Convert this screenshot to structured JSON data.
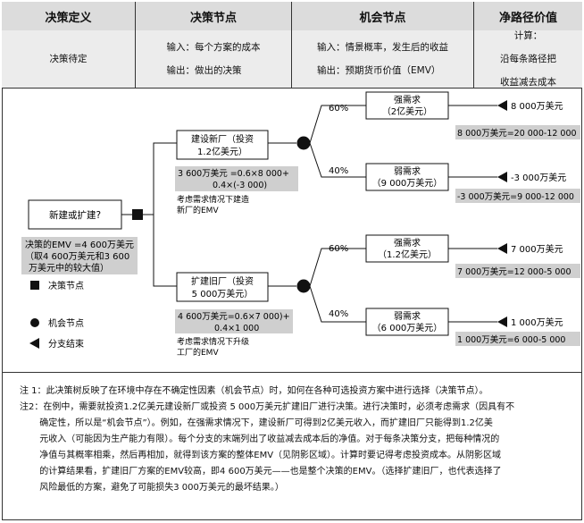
{
  "header": {
    "col1": "决策定义",
    "col2": "决策节点",
    "col3": "机会节点",
    "col4": "净路径价值"
  },
  "subheader": {
    "col1": "决策待定",
    "col2_line1": "输入：每个方案的成本",
    "col2_line2": "输出：做出的决策",
    "col3_line1": "输入：情景概率，发生后的收益",
    "col3_line2": "输出：预期货币价值（EMV）",
    "col4_line1": "计算：",
    "col4_line2": "沿每条路径把",
    "col4_line3": "收益减去成本"
  },
  "tree": {
    "root_label": "新建或扩建?",
    "root_emv_line1": "决策的EMV =4 600万美元",
    "root_emv_line2": "（取4 600万美元和3 600",
    "root_emv_line3": "万美元中的较大值）",
    "option1_line1": "建设新厂（投资",
    "option1_line2": "1.2亿美元）",
    "option1_calc_line1": "3 600万美元 =0.6×8 000+",
    "option1_calc_line2": "0.4×(-3 000)",
    "option1_note_line1": "考虑需求情况下建造",
    "option1_note_line2": "新厂的EMV",
    "option2_line1": "扩建旧厂（投资",
    "option2_line2": "5 000万美元）",
    "option2_calc_line1": "4 600万美元=0.6×7 000)+",
    "option2_calc_line2": "0.4×1 000",
    "option2_note_line1": "考虑需求情况下升级",
    "option2_note_line2": "工厂的EMV",
    "outcomes": [
      {
        "prob": "60%",
        "label_line1": "强需求",
        "label_line2": "（2亿美元）",
        "value": "8 000万美元",
        "calc": "8 000万美元=20 000-12 000"
      },
      {
        "prob": "40%",
        "label_line1": "弱需求",
        "label_line2": "（9 000万美元）",
        "value": "-3 000万美元",
        "calc": "-3 000万美元=9 000-12 000"
      },
      {
        "prob": "60%",
        "label_line1": "强需求",
        "label_line2": "（1.2亿美元）",
        "value": "7 000万美元",
        "calc": "7 000万美元=12 000-5 000"
      },
      {
        "prob": "40%",
        "label_line1": "弱需求",
        "label_line2": "（6 000万美元）",
        "value": "1 000万美元",
        "calc": "1 000万美元=6 000-5 000"
      }
    ]
  },
  "legend": {
    "decision": "决策节点",
    "chance": "机会节点",
    "end": "分支结束"
  },
  "notes": {
    "note1": "注 1：此决策树反映了在环境中存在不确定性因素（机会节点）时，如何在各种可选投资方案中进行选择（决策节点）。",
    "note2_l1": "注2：在例中，需要就投资1.2亿美元建设新厂或投资 5 000万美元扩建旧厂进行决策。进行决策时，必须考虑需求（因具有不",
    "note2_l2": "       确定性，所以是“机会节点”）。例如，在强需求情况下，建设新厂可得到2亿美元收入，而扩建旧厂只能得到1.2亿美",
    "note2_l3": "       元收入（可能因为生产能力有限）。每个分支的末端列出了收益减去成本后的净值。对于每条决策分支，把每种情况的",
    "note2_l4": "       净值与其概率相乘，然后再相加，就得到该方案的整体EMV（见阴影区域）。计算时要记得考虑投资成本。从阴影区域",
    "note2_l5": "       的计算结果看，扩建旧厂方案的EMV较高，即4 600万美元——也是整个决策的EMV。（选择扩建旧厂，也代表选择了",
    "note2_l6": "       风险最低的方案，避免了可能损失3 000万美元的最坏结果。）"
  }
}
